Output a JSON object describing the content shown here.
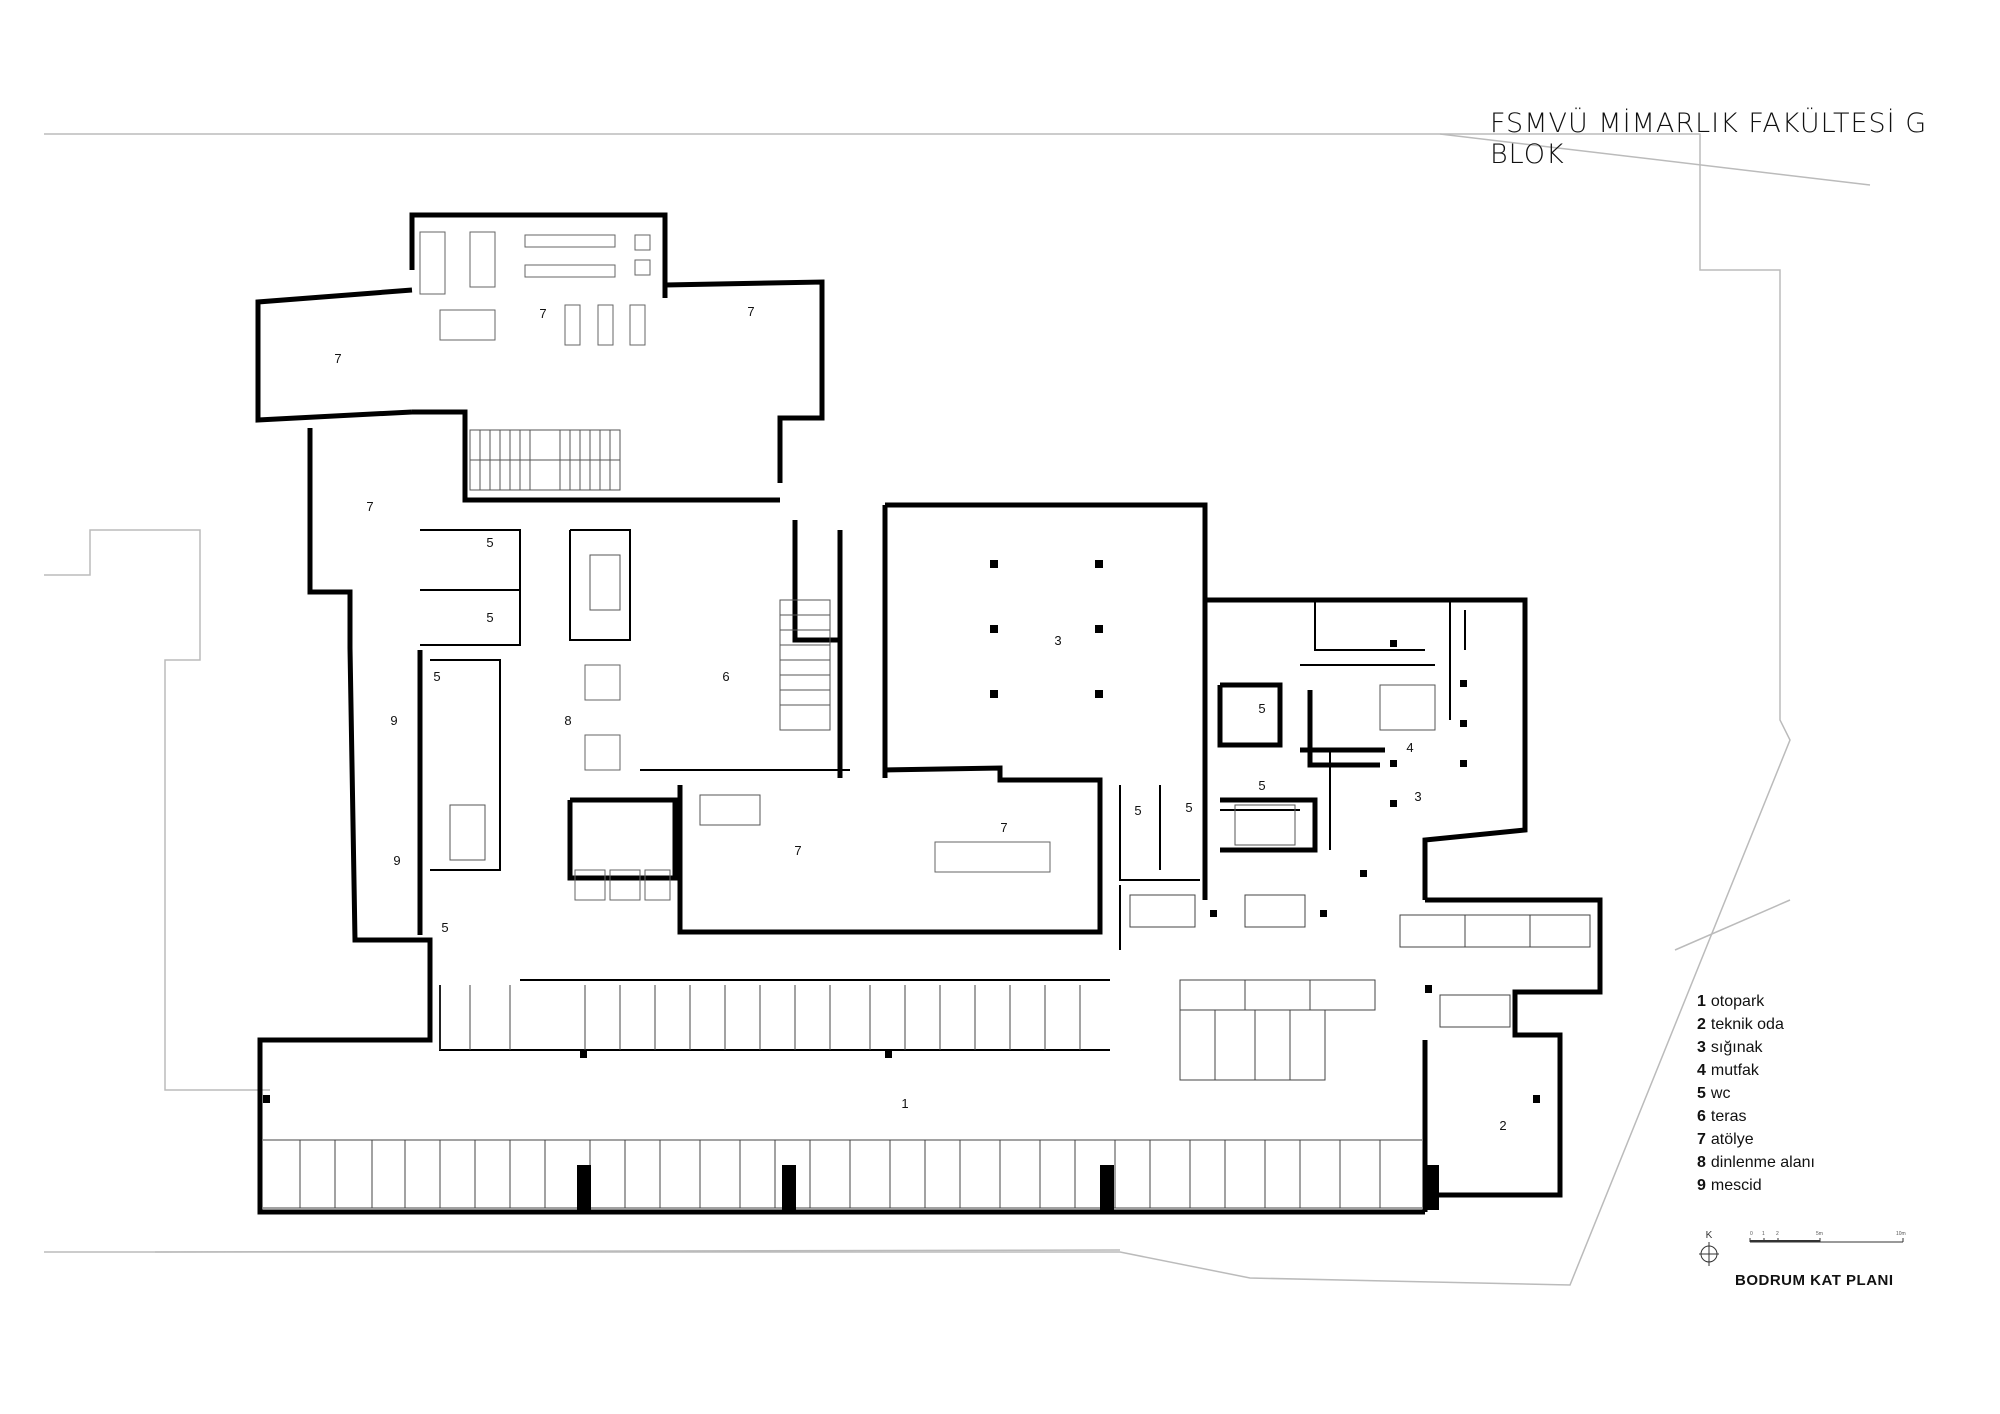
{
  "title": "FSMVÜ MİMARLIK FAKÜLTESİ G BLOK",
  "subtitle": "BODRUM KAT PLANI",
  "legend": [
    {
      "num": "1",
      "label": "otopark"
    },
    {
      "num": "2",
      "label": "teknik oda"
    },
    {
      "num": "3",
      "label": "sığınak"
    },
    {
      "num": "4",
      "label": "mutfak"
    },
    {
      "num": "5",
      "label": "wc"
    },
    {
      "num": "6",
      "label": "teras"
    },
    {
      "num": "7",
      "label": "atölye"
    },
    {
      "num": "8",
      "label": "dinlenme alanı"
    },
    {
      "num": "9",
      "label": "mescid"
    }
  ],
  "room_labels": {
    "r1": "1",
    "r2": "2",
    "r3a": "3",
    "r3b": "3",
    "r4": "4",
    "r5a": "5",
    "r5b": "5",
    "r5c": "5",
    "r5d": "5",
    "r5e": "5",
    "r5f": "5",
    "r5g": "5",
    "r5h": "5",
    "r6": "6",
    "r7a": "7",
    "r7b": "7",
    "r7c": "7",
    "r7d": "7",
    "r7e": "7",
    "r7f": "7",
    "r8": "8",
    "r9a": "9",
    "r9b": "9"
  },
  "north": {
    "letter": "K"
  },
  "scale": {
    "ticks": [
      "0",
      "1",
      "2",
      "5m",
      "10m"
    ]
  },
  "colors": {
    "wall": "#000000",
    "site_line": "#bbbbbb",
    "thin_line": "#777777"
  }
}
